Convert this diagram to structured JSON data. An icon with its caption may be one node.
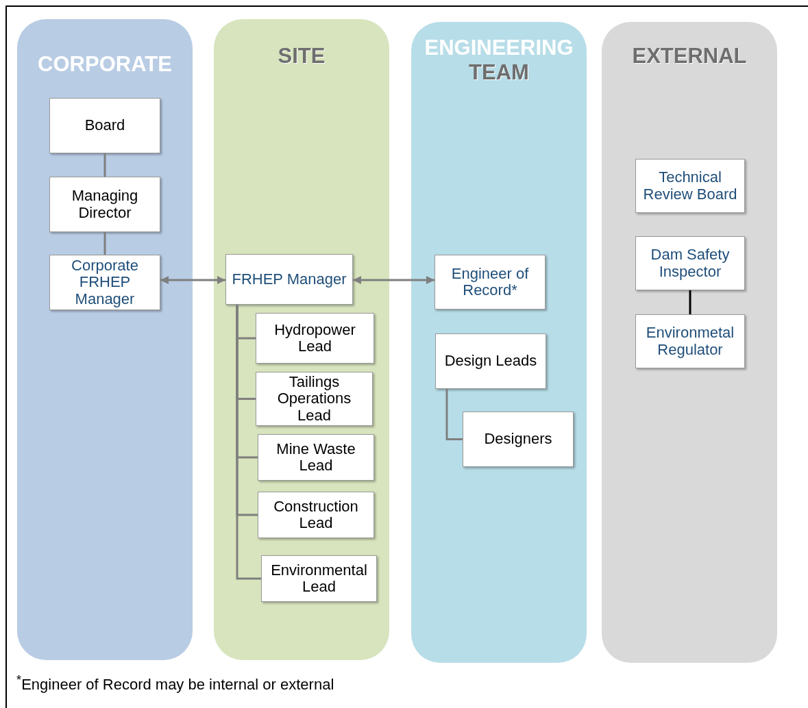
{
  "diagram": {
    "nodes": [
      {
        "text": [
          "CORPORATE"
        ]
      },
      {
        "text": [
          "Board"
        ],
        "in": 0
      },
      {
        "text": [
          "Managing Director"
        ],
        "in": 0
      },
      {
        "text": [
          "Corporate FRHEP Manager"
        ],
        "in": 0
      },
      {
        "text": [
          "SITE"
        ]
      },
      {
        "text": [
          "FRHEP Manager"
        ],
        "in": 4
      },
      {
        "text": [
          "Hydropower Lead"
        ],
        "in": 4
      },
      {
        "text": [
          "Tailings Operations Lead"
        ],
        "in": 4
      },
      {
        "text": [
          "Mine Waste Lead"
        ],
        "in": 4
      },
      {
        "text": [
          "Construction Lead"
        ],
        "in": 4
      },
      {
        "text": [
          "Environmental Lead"
        ],
        "in": 4
      },
      {
        "text": [
          "ENGINEERING",
          "TEAM"
        ]
      },
      {
        "text": [
          "Engineer of Record*"
        ],
        "in": 11
      },
      {
        "text": [
          "Design Leads"
        ],
        "in": 11
      },
      {
        "text": [
          "Designers"
        ],
        "in": 11
      },
      {
        "text": [
          "EXTERNAL"
        ]
      },
      {
        "text": [
          "Technical Review Board"
        ],
        "in": 15
      },
      {
        "text": [
          "Dam Safety Inspector"
        ],
        "in": 15
      },
      {
        "text": [
          "Environmetal Regulator"
        ],
        "in": 15
      }
    ],
    "edges": [
      {
        "from": 1,
        "to": 2,
        "arrow": "none"
      },
      {
        "from": 2,
        "to": 3,
        "arrow": "none"
      },
      {
        "from": 3,
        "to": 5,
        "arrow": "both"
      },
      {
        "from": 5,
        "to": 12,
        "arrow": "both"
      },
      {
        "from": 5,
        "to": 6,
        "arrow": "none"
      },
      {
        "from": 5,
        "to": 7,
        "arrow": "none"
      },
      {
        "from": 5,
        "to": 8,
        "arrow": "none"
      },
      {
        "from": 5,
        "to": 9,
        "arrow": "none"
      },
      {
        "from": 5,
        "to": 10,
        "arrow": "none"
      },
      {
        "from": 13,
        "to": 14,
        "arrow": "none"
      },
      {
        "from": 17,
        "to": 18,
        "arrow": "none",
        "color": "#000000"
      }
    ],
    "labels": [
      "$^{*}$Engineer of Record may be internal or external"
    ]
  }
}
